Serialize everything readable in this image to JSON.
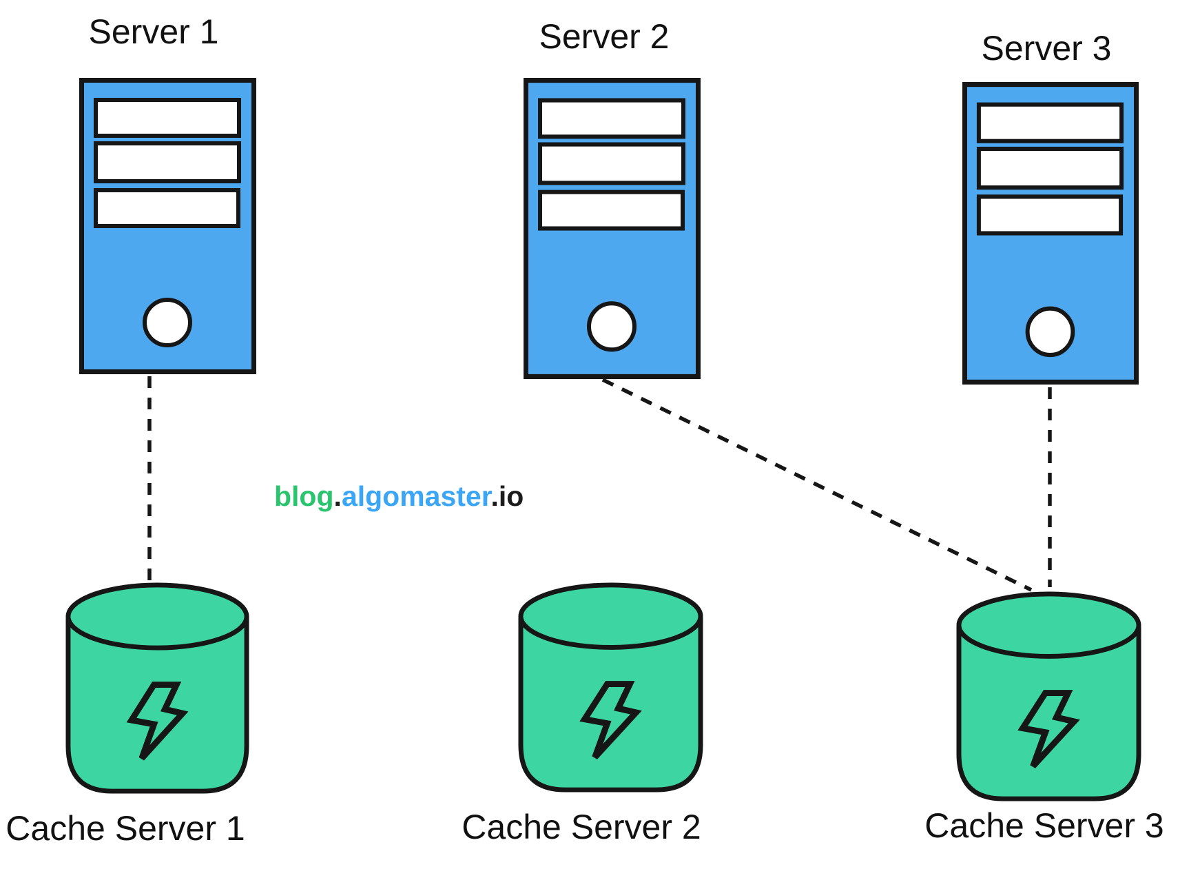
{
  "diagram": {
    "servers": [
      {
        "id": "server-1",
        "label": "Server 1"
      },
      {
        "id": "server-2",
        "label": "Server 2"
      },
      {
        "id": "server-3",
        "label": "Server 3"
      }
    ],
    "cache_servers": [
      {
        "id": "cache-server-1",
        "label": "Cache Server 1"
      },
      {
        "id": "cache-server-2",
        "label": "Cache Server 2"
      },
      {
        "id": "cache-server-3",
        "label": "Cache Server 3"
      }
    ],
    "connections": [
      {
        "from": "server-1",
        "to": "cache-server-1",
        "style": "dashed"
      },
      {
        "from": "server-2",
        "to": "cache-server-3",
        "style": "dashed"
      },
      {
        "from": "server-3",
        "to": "cache-server-3",
        "style": "dashed"
      }
    ],
    "icons": {
      "server": "server-tower-icon",
      "cache": "database-cylinder-icon",
      "bolt": "lightning-bolt-icon"
    },
    "watermark": {
      "segments": [
        {
          "text": "blog",
          "color": "#2bc46e"
        },
        {
          "text": ".",
          "color": "#1c1c1c"
        },
        {
          "text": "algomaster",
          "color": "#3ba6f5"
        },
        {
          "text": ".io",
          "color": "#1c1c1c"
        }
      ]
    },
    "colors": {
      "server_fill": "#4da8f0",
      "cache_fill": "#3dd6a2",
      "outline_ink": "#161616",
      "label_text": "#111111",
      "watermark_green": "#2bc46e",
      "watermark_blue": "#3ba6f5"
    }
  }
}
